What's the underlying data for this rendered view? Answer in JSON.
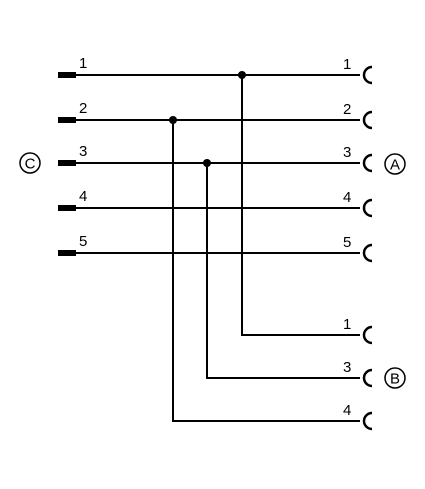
{
  "connector_c": {
    "label": "C",
    "pins": [
      "1",
      "2",
      "3",
      "4",
      "5"
    ]
  },
  "connector_a": {
    "label": "A",
    "pins": [
      "1",
      "2",
      "3",
      "4",
      "5"
    ]
  },
  "connector_b": {
    "label": "B",
    "pins": [
      "1",
      "3",
      "4"
    ]
  },
  "colors": {
    "line": "#000000",
    "background": "#ffffff"
  }
}
